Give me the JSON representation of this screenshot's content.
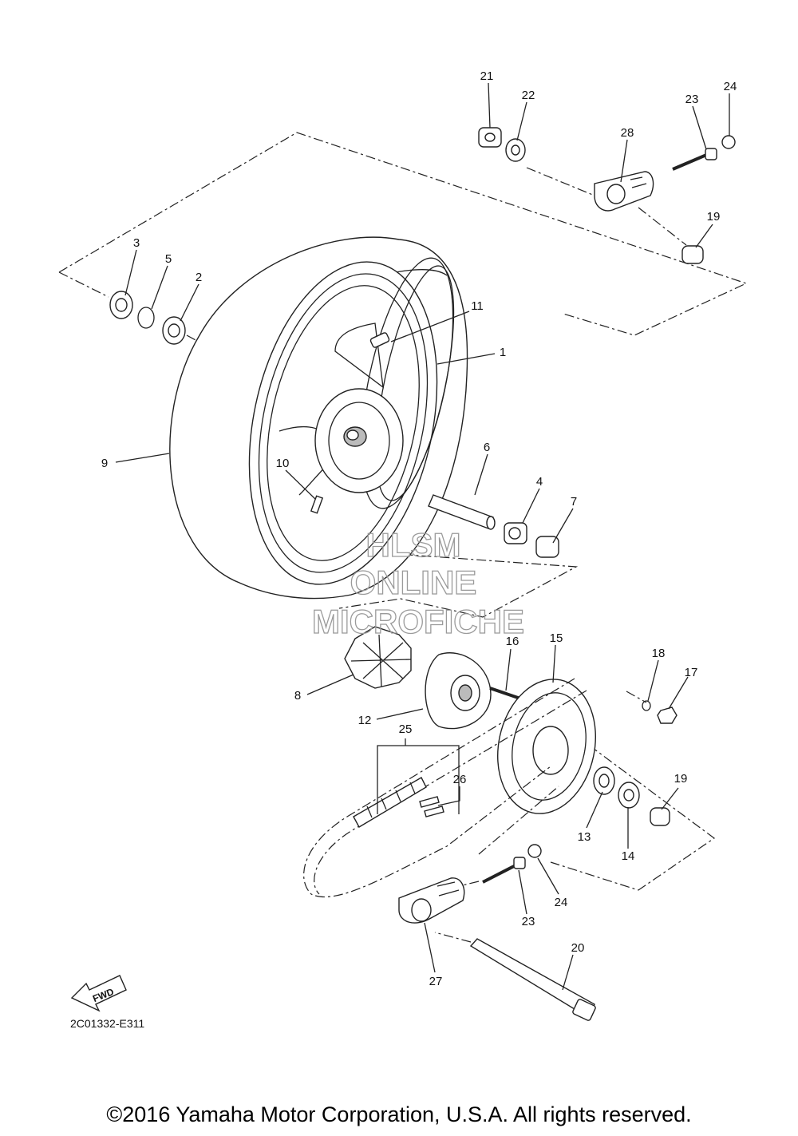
{
  "diagram_code": "2C01332-E311",
  "copyright": "©2016 Yamaha Motor Corporation, U.S.A. All rights reserved.",
  "watermark": [
    "HLSM",
    "ONLINE",
    "MICROFICHE"
  ],
  "fwd_label": "FWD",
  "part_labels": [
    "1",
    "2",
    "3",
    "4",
    "5",
    "6",
    "7",
    "8",
    "9",
    "10",
    "11",
    "12",
    "13",
    "14",
    "15",
    "16",
    "17",
    "18",
    "19",
    "19",
    "20",
    "21",
    "22",
    "23",
    "23",
    "24",
    "24",
    "25",
    "26",
    "27",
    "28"
  ],
  "colors": {
    "ink": "#222222",
    "watermark": "#9a9a9a"
  }
}
